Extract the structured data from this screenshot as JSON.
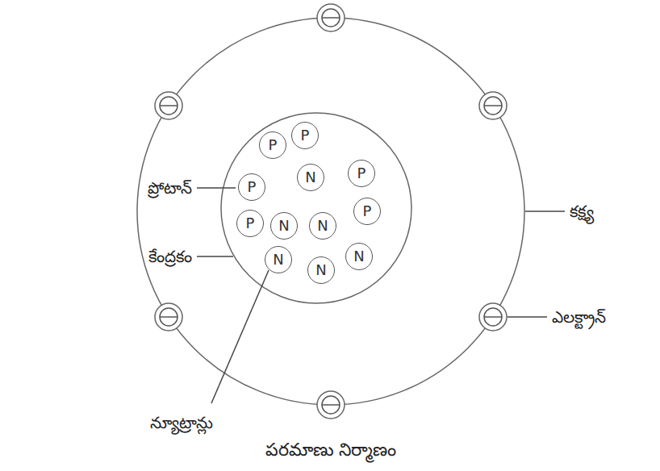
{
  "diagram": {
    "caption": "పరమాణు నిర్మాణం",
    "nodes": [
      {
        "text": [
          "P"
        ]
      },
      {
        "text": [
          "P"
        ]
      },
      {
        "text": [
          "P"
        ]
      },
      {
        "text": [
          "N"
        ]
      },
      {
        "text": [
          "P"
        ]
      },
      {
        "text": [
          "P"
        ]
      },
      {
        "text": [
          "N"
        ]
      },
      {
        "text": [
          "N"
        ]
      },
      {
        "text": [
          "P"
        ]
      },
      {
        "text": [
          "N"
        ]
      },
      {
        "text": [
          "N"
        ]
      },
      {
        "text": [
          "N"
        ]
      }
    ],
    "labels": [
      "ప్రోటాన్",
      "కేంద్రకం",
      "న్యూట్రాన్లు",
      "కక్ష్య",
      "ఎలక్ట్రాన్"
    ]
  }
}
